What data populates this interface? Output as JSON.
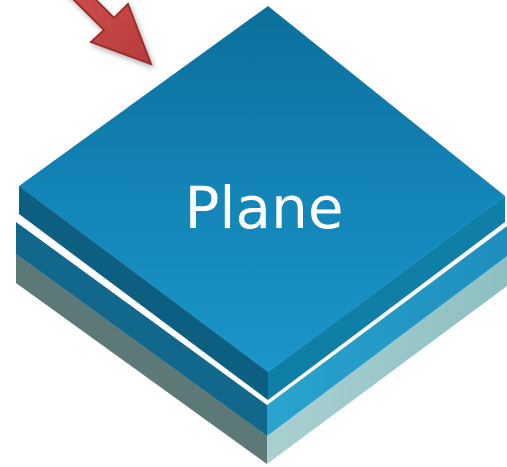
{
  "diagram": {
    "top_plane_label": "Plane",
    "colors": {
      "top_face": "#1583b6",
      "top_face_dark": "#0b6d96",
      "top_left_side": "#0d5f82",
      "top_right_side": "#0f7fa8",
      "middle_left_side": "#11678c",
      "middle_right_side": "#239ac7",
      "bottom_left_side": "#5c7877",
      "bottom_right_side": "#9cc6c8",
      "arrow_fill": "#c94a48",
      "arrow_stroke": "#9e2f2f"
    },
    "layers": [
      {
        "name": "top-slab"
      },
      {
        "name": "middle-slab"
      },
      {
        "name": "bottom-slab"
      }
    ],
    "arrow": {
      "icon": "pointing-arrow-icon"
    }
  }
}
